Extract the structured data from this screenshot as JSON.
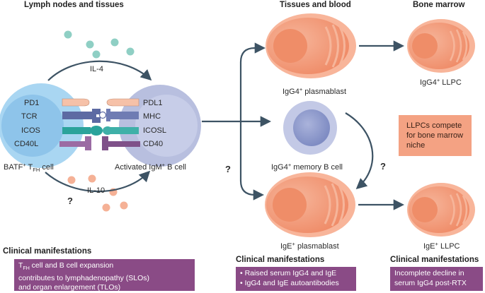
{
  "headers": {
    "lymph": "Lymph nodes and tissues",
    "tissues_blood": "Tissues and blood",
    "bone_marrow": "Bone marrow"
  },
  "cytokines": {
    "il4": "IL-4",
    "il10": "IL-10"
  },
  "tfh": {
    "label_prefix": "BATF",
    "label_sup": "+",
    "label_mid": " T",
    "label_sub": "FH",
    "label_suffix": " cell",
    "receptors": [
      "PD1",
      "TCR",
      "ICOS",
      "CD40L"
    ]
  },
  "bcell": {
    "label_prefix": "Activated IgM",
    "label_sup": "+",
    "label_suffix": " B cell",
    "ligands": [
      "PDL1",
      "MHC",
      "ICOSL",
      "CD40"
    ]
  },
  "cells": {
    "igg4_plasmablast": {
      "base": "IgG4",
      "sup": "+",
      "rest": " plasmablast"
    },
    "igg4_memory": {
      "base": "IgG4",
      "sup": "+",
      "rest": " memory B cell"
    },
    "ige_plasmablast": {
      "base": "IgE",
      "sup": "+",
      "rest": " plasmablast"
    },
    "igg4_llpc": {
      "base": "IgG4",
      "sup": "+",
      "rest": " LLPC"
    },
    "ige_llpc": {
      "base": "IgE",
      "sup": "+",
      "rest": " LLPC"
    }
  },
  "unknown_marker": "?",
  "llpc_note": [
    "LLPCs compete",
    "for bone marrow",
    "niche"
  ],
  "clinical": {
    "title": "Clinical manifestations",
    "box1": {
      "line1_pre": "T",
      "line1_sub": "FH",
      "line1_post": " cell and B cell expansion",
      "line2": "contributes to lymphadenopathy (SLOs)",
      "line3": "and organ enlargement (TLOs)"
    },
    "box2": [
      "Raised serum IgG4 and IgE",
      "IgG4 and IgE autoantibodies"
    ],
    "box3": [
      "Incomplete decline in",
      "serum IgG4 post-RTX"
    ]
  },
  "colors": {
    "tfh_cell": "#9fd0ee",
    "bcell": "#b8bfdf",
    "plasmablast": "#f39b7a",
    "memory_b": "#8e9acb",
    "il4_dot": "#8fcfc4",
    "il10_dot": "#f5b196",
    "arrow": "#3d5364",
    "clinical_box": "#8a4b86",
    "llpc_box": "#f4a283"
  }
}
